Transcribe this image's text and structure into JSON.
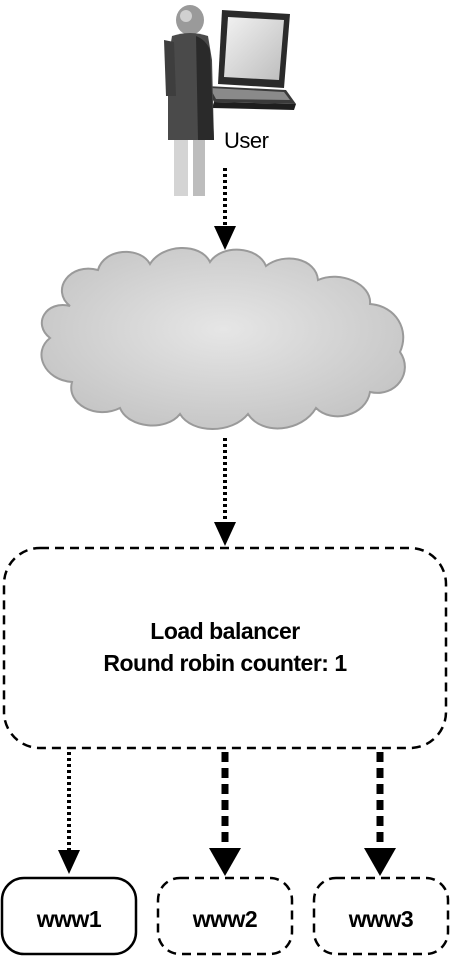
{
  "user": {
    "label": "User",
    "icon": "user-with-laptop-icon"
  },
  "network": {
    "icon": "cloud-icon"
  },
  "load_balancer": {
    "title": "Load balancer",
    "counter_text": "Round robin counter: 1"
  },
  "servers": [
    {
      "label": "www1",
      "border": "solid"
    },
    {
      "label": "www2",
      "border": "dashed"
    },
    {
      "label": "www3",
      "border": "dashed"
    }
  ],
  "colors": {
    "stroke": "#000000",
    "cloud_fill": "#d6d6d6",
    "figure_dark": "#4a4a4a",
    "figure_light": "#c8c8c8"
  }
}
